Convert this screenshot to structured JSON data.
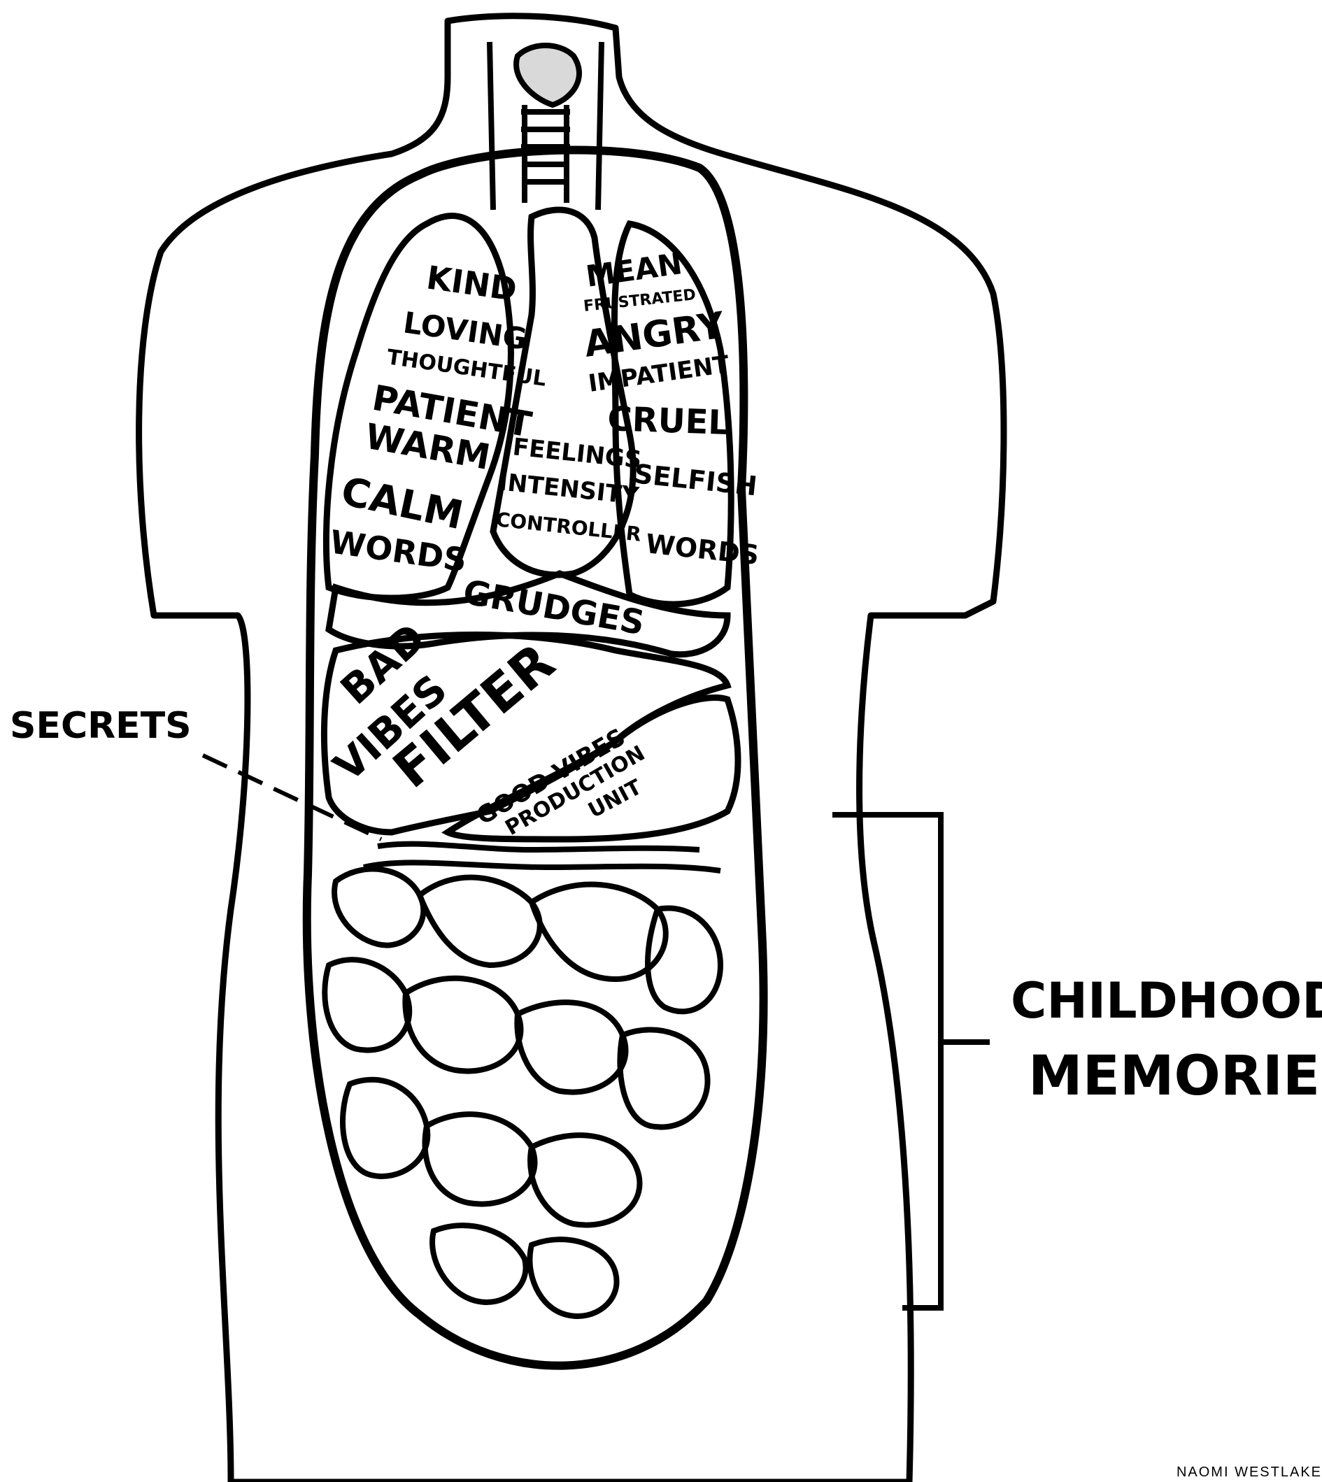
{
  "labels": {
    "left_lung": [
      "KIND",
      "LOVING",
      "THOUGHTFUL",
      "PATIENT",
      "WARM",
      "CALM",
      "WORDS"
    ],
    "right_lung": [
      "MEAN",
      "FRUSTRATED",
      "ANGRY",
      "IMPATIENT",
      "CRUEL",
      "SELFISH",
      "WORDS"
    ],
    "heart": [
      "FEELINGS",
      "INTENSITY",
      "CONTROLLER"
    ],
    "diaphragm": "GRUDGES",
    "liver": [
      "BAD",
      "VIBES",
      "FILTER"
    ],
    "stomach": [
      "GOOD VIBES",
      "PRODUCTION",
      "UNIT"
    ],
    "secrets": "SECRETS",
    "childhood": [
      "CHILDHOOD",
      "MEMORIES"
    ]
  },
  "credit": "NAOMI WESTLAKE",
  "colors": {
    "ink": "#000000",
    "paper": "#ffffff"
  }
}
